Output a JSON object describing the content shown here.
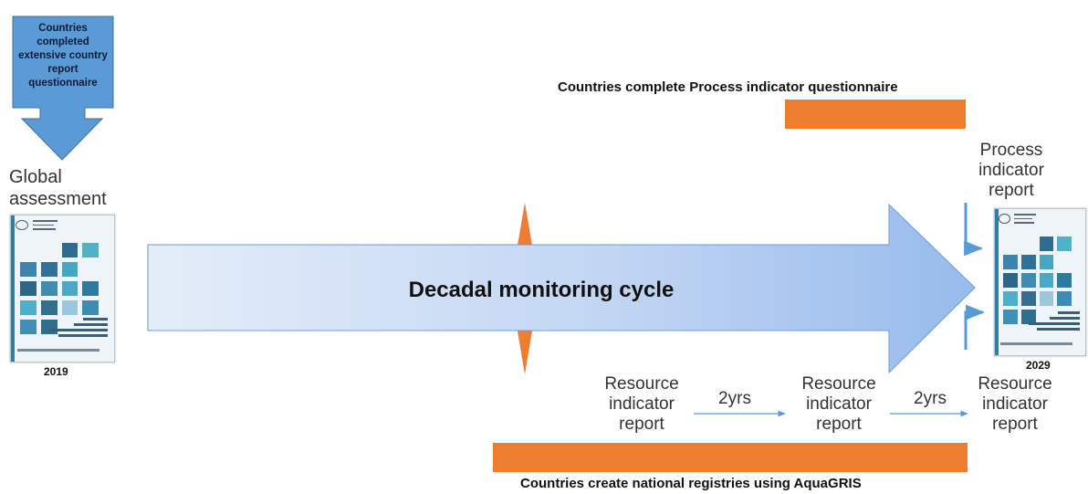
{
  "top_box_text": "Countries completed extensive country report questionnaire",
  "global_assessment_label": "Global assessment",
  "year_start": "2019",
  "process_questionnaire_label": "Countries complete Process indicator questionnaire",
  "cycle_label": "Decadal monitoring cycle",
  "process_report_label": "Process indicator report",
  "year_end": "2029",
  "resource_report_label_1": "Resource indicator report",
  "resource_report_label_2": "Resource indicator report",
  "resource_report_label_3": "Resource indicator report",
  "interval_label_1": "2yrs",
  "interval_label_2": "2yrs",
  "registries_label": "Countries create national registries using AquaGRIS",
  "colors": {
    "blue_box": "#5b9bd5",
    "orange_bar": "#ed7d31",
    "arrow_light": "#e2ecfa",
    "arrow_mid": "#9dc0ee",
    "connector": "#5b9bd5"
  }
}
